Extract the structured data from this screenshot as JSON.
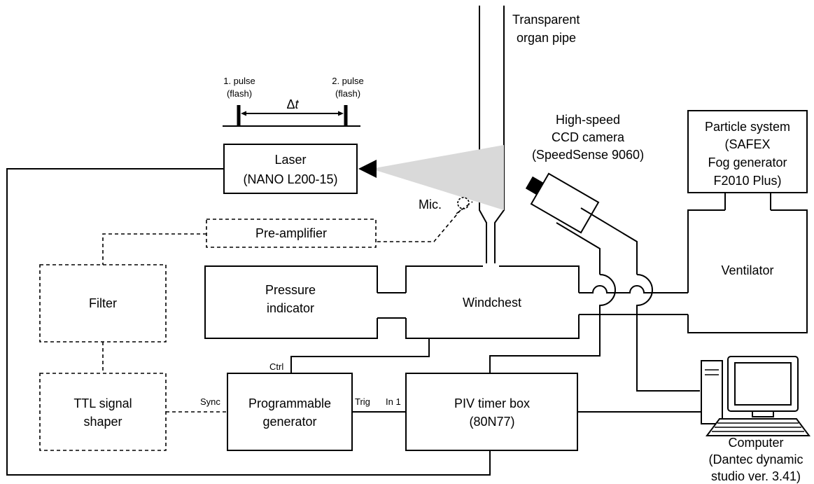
{
  "pipe": {
    "line1": "Transparent",
    "line2": "organ pipe"
  },
  "pulses": {
    "pulse1_line1": "1. pulse",
    "pulse1_line2": "(flash)",
    "pulse2_line1": "2. pulse",
    "pulse2_line2": "(flash)",
    "delta": "Δ",
    "delta_var": "t"
  },
  "laser": {
    "line1": "Laser",
    "line2": "(NANO L200-15)"
  },
  "camera": {
    "line1": "High-speed",
    "line2": "CCD camera",
    "line3": "(SpeedSense 9060)"
  },
  "particle": {
    "line1": "Particle system",
    "line2": "(SAFEX",
    "line3": "Fog generator",
    "line4": "F2010 Plus)"
  },
  "mic": "Mic.",
  "preamp": "Pre-amplifier",
  "filter": "Filter",
  "ttl": {
    "line1": "TTL signal",
    "line2": "shaper"
  },
  "pressure": {
    "line1": "Pressure",
    "line2": "indicator"
  },
  "windchest": "Windchest",
  "ventilator": "Ventilator",
  "progen": {
    "line1": "Programmable",
    "line2": "generator"
  },
  "piv": {
    "line1": "PIV timer box",
    "line2": "(80N77)"
  },
  "computer": {
    "line1": "Computer",
    "line2": "(Dantec dynamic",
    "line3": "studio ver. 3.41)"
  },
  "ports": {
    "ctrl": "Ctrl",
    "sync": "Sync",
    "trig": "Trig",
    "in1": "In 1"
  }
}
